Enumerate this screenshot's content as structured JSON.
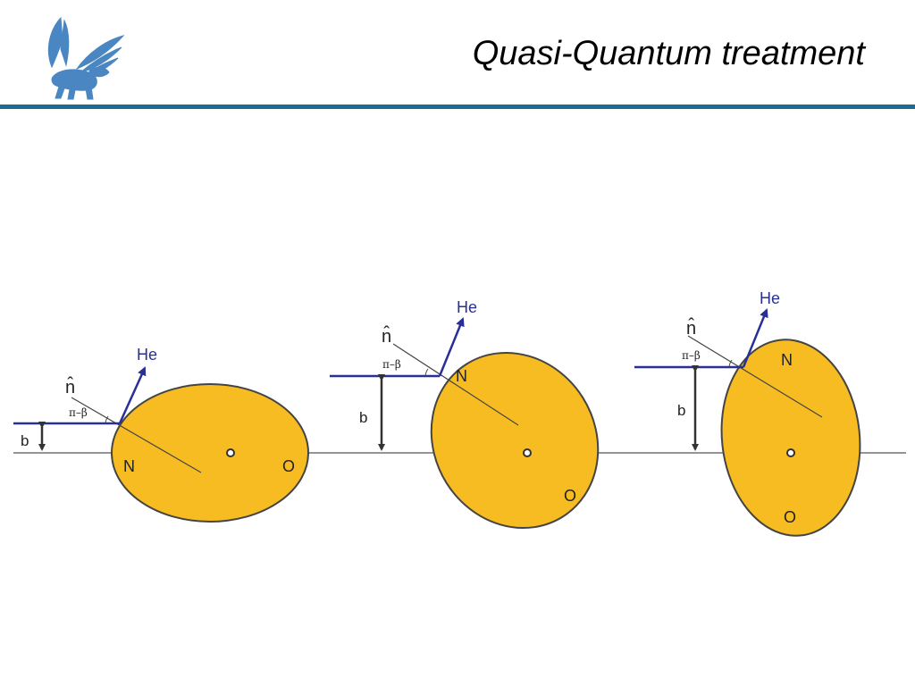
{
  "slide": {
    "title": "Quasi-Quantum treatment"
  },
  "colors": {
    "accent_rule": "#1a6c93",
    "molecule_fill": "#f6bc22",
    "molecule_stroke": "#444444",
    "vector": "#2a2f96",
    "logo": "#4a86c2"
  },
  "diagram": {
    "panels": [
      {
        "impact_label": "b",
        "normal_label": "n̂",
        "angle_label": "π–β",
        "atom_label": "He",
        "near_atom_label": "N",
        "far_atom_label": "O"
      },
      {
        "impact_label": "b",
        "normal_label": "n̂",
        "angle_label": "π–β",
        "atom_label": "He",
        "near_atom_label": "N",
        "far_atom_label": "O"
      },
      {
        "impact_label": "b",
        "normal_label": "n̂",
        "angle_label": "π–β",
        "atom_label": "He",
        "near_atom_label": "N",
        "far_atom_label": "O"
      }
    ]
  }
}
